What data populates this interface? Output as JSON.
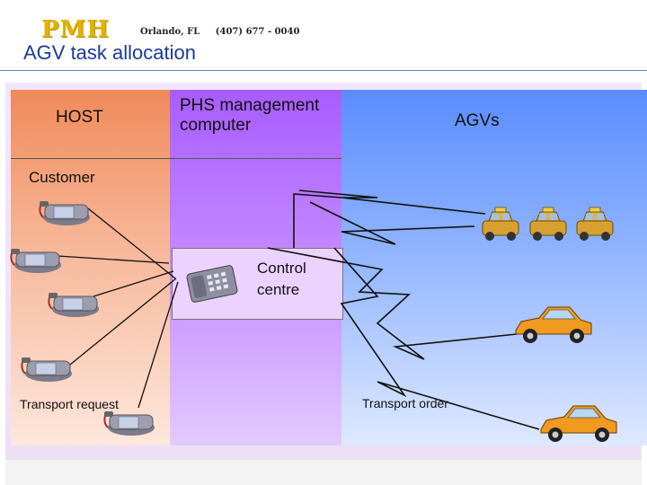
{
  "header": {
    "logo_text": "PMH",
    "location": "Orlando, FL",
    "phone": "(407) 677 - 0040",
    "title": "AGV task allocation"
  },
  "columns": {
    "host": "HOST",
    "phs": "PHS management computer",
    "agvs": "AGVs"
  },
  "labels": {
    "customer": "Customer",
    "control_centre": "Control centre",
    "transport_request": "Transport request",
    "transport_order": "Transport order"
  },
  "colors": {
    "host": "#f08a5a",
    "phs": "#a85cff",
    "agvs": "#5a8cff",
    "title": "#1a3a9a"
  },
  "icons": [
    "telephone-icon",
    "office-phone-icon",
    "taxi-icon",
    "sports-car-icon"
  ]
}
